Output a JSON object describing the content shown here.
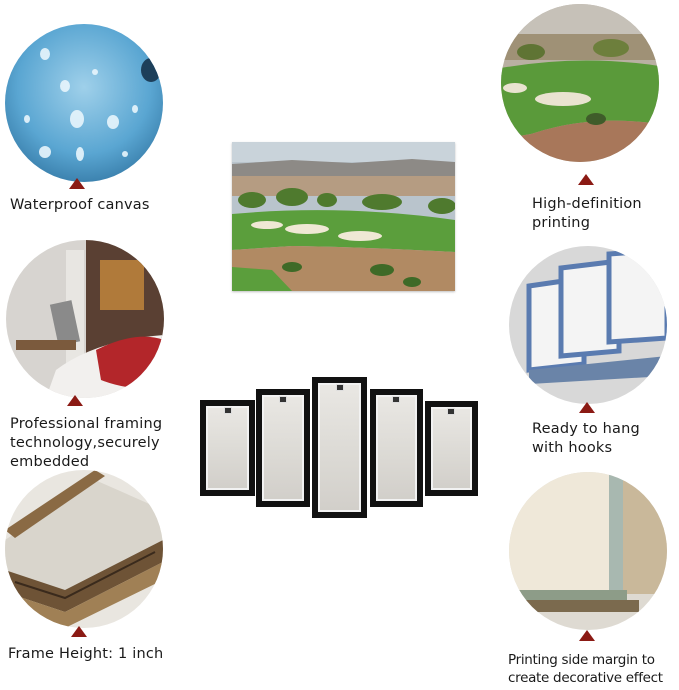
{
  "features": {
    "waterproof": "Waterproof canvas",
    "hd_printing": "High-definition\nprinting",
    "framing": "Professional framing\ntechnology,securely\nembedded",
    "hooks": "Ready to hang\nwith hooks",
    "frame_height": "Frame Height: 1 inch",
    "side_margin": "Printing side margin to\ncreate decorative effect"
  },
  "colors": {
    "marker": "#8b1a14"
  },
  "images": {
    "main": "golf-course-photo",
    "set": "five-panel-frame-set"
  }
}
